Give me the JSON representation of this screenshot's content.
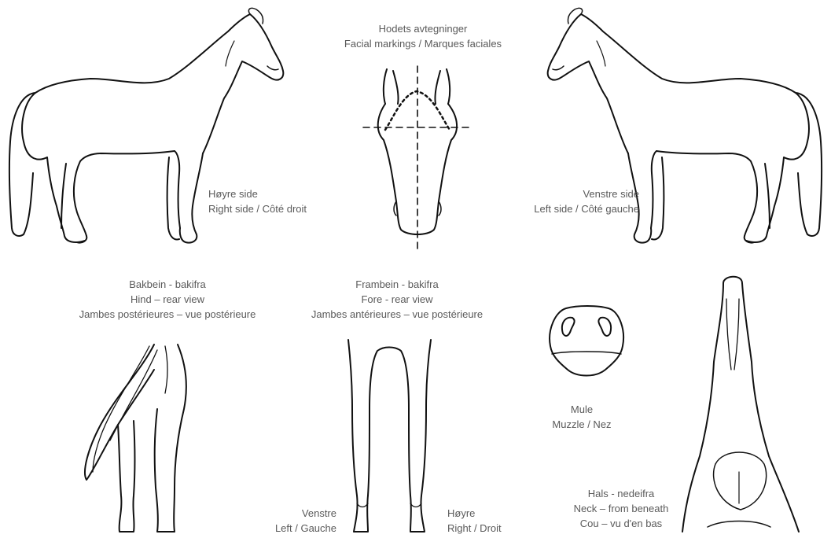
{
  "labels": {
    "facial": {
      "line1": "Hodets avtegninger",
      "line2": "Facial markings / Marques faciales"
    },
    "right_side": {
      "line1": "Høyre side",
      "line2": "Right side / Côté droit"
    },
    "left_side": {
      "line1": "Venstre side",
      "line2": "Left side / Côté gauche"
    },
    "hind": {
      "line1": "Bakbein - bakifra",
      "line2": "Hind – rear view",
      "line3": "Jambes postérieures – vue postérieure"
    },
    "fore": {
      "line1": "Frambein - bakifra",
      "line2": "Fore - rear view",
      "line3": "Jambes antérieures – vue postérieure"
    },
    "muzzle": {
      "line1": "Mule",
      "line2": "Muzzle / Nez"
    },
    "neck": {
      "line1": "Hals - nedeifra",
      "line2": "Neck – from beneath",
      "line3": "Cou – vu d'en bas"
    },
    "fore_left": {
      "line1": "Venstre",
      "line2": "Left / Gauche"
    },
    "fore_right": {
      "line1": "Høyre",
      "line2": "Right / Droit"
    }
  },
  "colors": {
    "ink": "#111111",
    "text": "#5a5a5a",
    "background": "#ffffff"
  }
}
